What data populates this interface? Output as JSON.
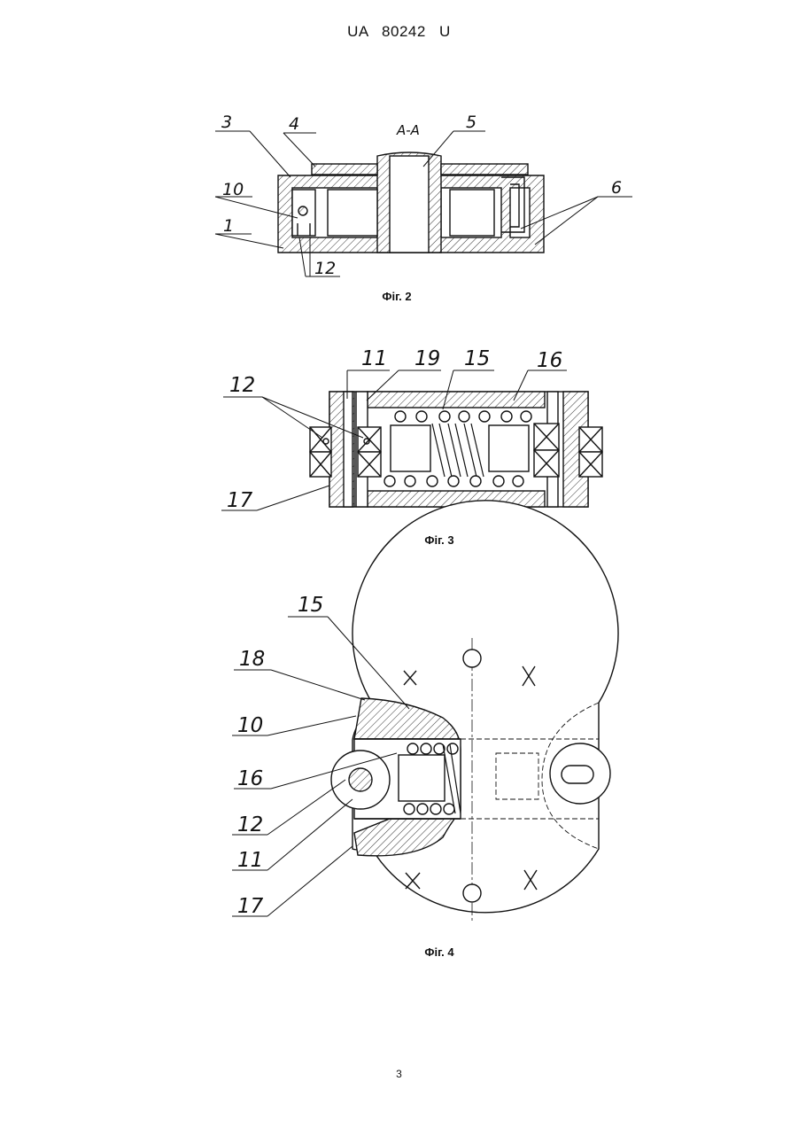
{
  "header": {
    "patent_number": "UA   80242   U"
  },
  "figures": [
    {
      "caption": "Фіг. 2",
      "section_label": "А-А",
      "labels": [
        "3",
        "4",
        "5",
        "6",
        "10",
        "1",
        "12"
      ]
    },
    {
      "caption": "Фіг. 3",
      "labels": [
        "11",
        "19",
        "15",
        "16",
        "12",
        "17"
      ]
    },
    {
      "caption": "Фіг. 4",
      "labels": [
        "15",
        "18",
        "10",
        "16",
        "12",
        "11",
        "17"
      ]
    }
  ],
  "page_number": "3"
}
